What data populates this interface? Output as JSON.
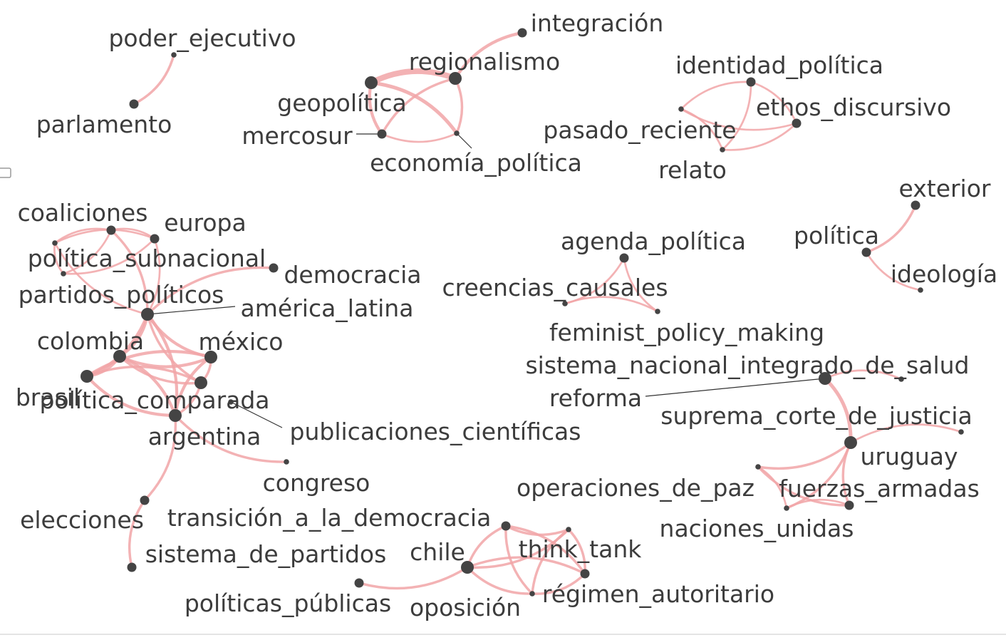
{
  "colors": {
    "edge": "#f1a5a7",
    "node": "#444444",
    "label": "#3c3c3c",
    "leader": "#333333"
  },
  "graph": {
    "nodes": [
      {
        "id": "poder_ejecutivo",
        "label": "poder_ejecutivo",
        "weight": 1
      },
      {
        "id": "parlamento",
        "label": "parlamento",
        "weight": 2
      },
      {
        "id": "integracion",
        "label": "integración",
        "weight": 2
      },
      {
        "id": "regionalismo",
        "label": "regionalismo",
        "weight": 3
      },
      {
        "id": "geopolitica",
        "label": "geopolítica",
        "weight": 3
      },
      {
        "id": "mercosur",
        "label": "mercosur",
        "weight": 2
      },
      {
        "id": "economia_politica",
        "label": "economía_política",
        "weight": 1
      },
      {
        "id": "identidad_politica",
        "label": "identidad_política",
        "weight": 2
      },
      {
        "id": "ethos_discursivo",
        "label": "ethos_discursivo",
        "weight": 2
      },
      {
        "id": "pasado_reciente",
        "label": "pasado_reciente",
        "weight": 1
      },
      {
        "id": "relato",
        "label": "relato",
        "weight": 1
      },
      {
        "id": "exterior",
        "label": "exterior",
        "weight": 2
      },
      {
        "id": "politica",
        "label": "política",
        "weight": 2
      },
      {
        "id": "ideologia",
        "label": "ideología",
        "weight": 1
      },
      {
        "id": "coaliciones",
        "label": "coaliciones",
        "weight": 1
      },
      {
        "id": "europa",
        "label": "europa",
        "weight": 2
      },
      {
        "id": "politica_subnacional",
        "label": "política_subnacional",
        "weight": 1
      },
      {
        "id": "partidos_politicos",
        "label": "partidos_políticos",
        "weight": 2
      },
      {
        "id": "democracia",
        "label": "democracia",
        "weight": 2
      },
      {
        "id": "america_latina",
        "label": "américa_latina",
        "weight": 3
      },
      {
        "id": "colombia",
        "label": "colombia",
        "weight": 3
      },
      {
        "id": "mexico",
        "label": "méxico",
        "weight": 3
      },
      {
        "id": "brasil",
        "label": "brasil",
        "weight": 3
      },
      {
        "id": "politica_comparada",
        "label": "política_comparada",
        "weight": 3
      },
      {
        "id": "publicaciones_cientificas",
        "label": "publicaciones_científicas",
        "weight": 1
      },
      {
        "id": "argentina",
        "label": "argentina",
        "weight": 3
      },
      {
        "id": "congreso",
        "label": "congreso",
        "weight": 1
      },
      {
        "id": "elecciones",
        "label": "elecciones",
        "weight": 2
      },
      {
        "id": "sistema_de_partidos",
        "label": "sistema_de_partidos",
        "weight": 2
      },
      {
        "id": "agenda_politica",
        "label": "agenda_política",
        "weight": 2
      },
      {
        "id": "creencias_causales",
        "label": "creencias_causales",
        "weight": 1
      },
      {
        "id": "feminist_policy_making",
        "label": "feminist_policy_making",
        "weight": 1
      },
      {
        "id": "sistema_nacional_integrado_de_salud",
        "label": "sistema_nacional_integrado_de_salud",
        "weight": 1
      },
      {
        "id": "reforma",
        "label": "reforma",
        "weight": 3
      },
      {
        "id": "suprema_corte_de_justicia",
        "label": "suprema_corte_de_justicia",
        "weight": 1
      },
      {
        "id": "uruguay",
        "label": "uruguay",
        "weight": 3
      },
      {
        "id": "operaciones_de_paz",
        "label": "operaciones_de_paz",
        "weight": 1
      },
      {
        "id": "fuerzas_armadas",
        "label": "fuerzas_armadas",
        "weight": 2
      },
      {
        "id": "naciones_unidas",
        "label": "naciones_unidas",
        "weight": 1
      },
      {
        "id": "transicion_a_la_democracia",
        "label": "transición_a_la_democracia",
        "weight": 2
      },
      {
        "id": "think_tank",
        "label": "think_tank",
        "weight": 1
      },
      {
        "id": "chile",
        "label": "chile",
        "weight": 3
      },
      {
        "id": "regimen_autoritario",
        "label": "régimen_autoritario",
        "weight": 2
      },
      {
        "id": "politicas_publicas",
        "label": "políticas_públicas",
        "weight": 2
      },
      {
        "id": "oposicion",
        "label": "oposición",
        "weight": 1
      }
    ],
    "edges": [
      {
        "source": "poder_ejecutivo",
        "target": "parlamento",
        "weight": 3
      },
      {
        "source": "integracion",
        "target": "regionalismo",
        "weight": 4
      },
      {
        "source": "geopolitica",
        "target": "regionalismo",
        "weight": 9
      },
      {
        "source": "geopolitica",
        "target": "mercosur",
        "weight": 4
      },
      {
        "source": "geopolitica",
        "target": "economia_politica",
        "weight": 5
      },
      {
        "source": "regionalismo",
        "target": "mercosur",
        "weight": 3
      },
      {
        "source": "regionalismo",
        "target": "economia_politica",
        "weight": 3
      },
      {
        "source": "mercosur",
        "target": "economia_politica",
        "weight": 2
      },
      {
        "source": "identidad_politica",
        "target": "ethos_discursivo",
        "weight": 2
      },
      {
        "source": "identidad_politica",
        "target": "pasado_reciente",
        "weight": 2
      },
      {
        "source": "identidad_politica",
        "target": "relato",
        "weight": 2
      },
      {
        "source": "pasado_reciente",
        "target": "ethos_discursivo",
        "weight": 2
      },
      {
        "source": "pasado_reciente",
        "target": "relato",
        "weight": 2
      },
      {
        "source": "relato",
        "target": "ethos_discursivo",
        "weight": 2
      },
      {
        "source": "exterior",
        "target": "politica",
        "weight": 3
      },
      {
        "source": "politica",
        "target": "ideologia",
        "weight": 2
      },
      {
        "source": "coaliciones",
        "target": "europa",
        "weight": 2
      },
      {
        "source": "coaliciones",
        "target": "politica_subnacional",
        "weight": 2
      },
      {
        "source": "coaliciones",
        "target": "partidos_politicos",
        "weight": 2
      },
      {
        "source": "coaliciones",
        "target": "america_latina",
        "weight": 2
      },
      {
        "source": "europa",
        "target": "politica_subnacional",
        "weight": 2
      },
      {
        "source": "europa",
        "target": "partidos_politicos",
        "weight": 2
      },
      {
        "source": "europa",
        "target": "america_latina",
        "weight": 2
      },
      {
        "source": "politica_subnacional",
        "target": "partidos_politicos",
        "weight": 2
      },
      {
        "source": "partidos_politicos",
        "target": "america_latina",
        "weight": 3
      },
      {
        "source": "democracia",
        "target": "america_latina",
        "weight": 3
      },
      {
        "source": "america_latina",
        "target": "colombia",
        "weight": 4
      },
      {
        "source": "america_latina",
        "target": "mexico",
        "weight": 4
      },
      {
        "source": "america_latina",
        "target": "brasil",
        "weight": 4
      },
      {
        "source": "america_latina",
        "target": "politica_comparada",
        "weight": 3
      },
      {
        "source": "america_latina",
        "target": "argentina",
        "weight": 4
      },
      {
        "source": "colombia",
        "target": "mexico",
        "weight": 4
      },
      {
        "source": "colombia",
        "target": "brasil",
        "weight": 4
      },
      {
        "source": "colombia",
        "target": "politica_comparada",
        "weight": 3
      },
      {
        "source": "colombia",
        "target": "argentina",
        "weight": 4
      },
      {
        "source": "mexico",
        "target": "brasil",
        "weight": 4
      },
      {
        "source": "mexico",
        "target": "politica_comparada",
        "weight": 3
      },
      {
        "source": "mexico",
        "target": "argentina",
        "weight": 4
      },
      {
        "source": "brasil",
        "target": "politica_comparada",
        "weight": 3
      },
      {
        "source": "brasil",
        "target": "argentina",
        "weight": 4
      },
      {
        "source": "politica_comparada",
        "target": "argentina",
        "weight": 3
      },
      {
        "source": "argentina",
        "target": "congreso",
        "weight": 3
      },
      {
        "source": "argentina",
        "target": "elecciones",
        "weight": 3
      },
      {
        "source": "elecciones",
        "target": "sistema_de_partidos",
        "weight": 3
      },
      {
        "source": "agenda_politica",
        "target": "creencias_causales",
        "weight": 2
      },
      {
        "source": "agenda_politica",
        "target": "feminist_policy_making",
        "weight": 2
      },
      {
        "source": "creencias_causales",
        "target": "feminist_policy_making",
        "weight": 2
      },
      {
        "source": "sistema_nacional_integrado_de_salud",
        "target": "reforma",
        "weight": 2
      },
      {
        "source": "reforma",
        "target": "uruguay",
        "weight": 5
      },
      {
        "source": "suprema_corte_de_justicia",
        "target": "uruguay",
        "weight": 2
      },
      {
        "source": "uruguay",
        "target": "operaciones_de_paz",
        "weight": 3
      },
      {
        "source": "uruguay",
        "target": "fuerzas_armadas",
        "weight": 3
      },
      {
        "source": "uruguay",
        "target": "naciones_unidas",
        "weight": 3
      },
      {
        "source": "operaciones_de_paz",
        "target": "fuerzas_armadas",
        "weight": 3
      },
      {
        "source": "operaciones_de_paz",
        "target": "naciones_unidas",
        "weight": 2
      },
      {
        "source": "fuerzas_armadas",
        "target": "naciones_unidas",
        "weight": 2
      },
      {
        "source": "chile",
        "target": "transicion_a_la_democracia",
        "weight": 3
      },
      {
        "source": "chile",
        "target": "think_tank",
        "weight": 3
      },
      {
        "source": "chile",
        "target": "regimen_autoritario",
        "weight": 3
      },
      {
        "source": "chile",
        "target": "oposicion",
        "weight": 3
      },
      {
        "source": "chile",
        "target": "politicas_publicas",
        "weight": 3
      },
      {
        "source": "transicion_a_la_democracia",
        "target": "think_tank",
        "weight": 3
      },
      {
        "source": "transicion_a_la_democracia",
        "target": "regimen_autoritario",
        "weight": 3
      },
      {
        "source": "transicion_a_la_democracia",
        "target": "oposicion",
        "weight": 3
      },
      {
        "source": "think_tank",
        "target": "regimen_autoritario",
        "weight": 3
      },
      {
        "source": "think_tank",
        "target": "oposicion",
        "weight": 3
      },
      {
        "source": "regimen_autoritario",
        "target": "oposicion",
        "weight": 3
      }
    ]
  }
}
